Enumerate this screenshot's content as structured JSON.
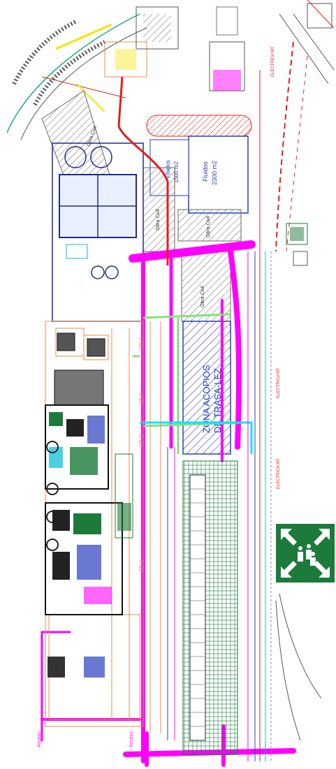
{
  "labels": {
    "area_fluidos": "Fluidos",
    "area_fluidos_size": "2300 m2",
    "area_fluidos_small": "Fluidos",
    "area_fluidos_small_size": "1500 m2",
    "zona_acopios_line1": "ZONA ACOPIOS",
    "zona_acopios_line2": "DE TRASA-LEZ",
    "obra_civil_1": "Obra Civil",
    "obra_civil_2": "Obra Civil",
    "obra_civil_3": "Obra Civil",
    "obra_civil_4": "Obra Civil",
    "acceso_1": "Acceso",
    "acceso_2": "Acceso",
    "cb_1": "CB 1",
    "cb_2": "CB 2",
    "cb_3": "CB 3",
    "cb_4": "CB 4",
    "electrica_1": "ELECTRICA MT",
    "electrica_2": "ELECTRICA MT",
    "electrica_3": "ELECTRICA MT"
  },
  "colors": {
    "magenta": "#ff00ff",
    "red": "#e0201c",
    "blue_hatch": "#2b3fbf",
    "green": "#1c7a3a",
    "orange": "#f08a4b",
    "cyan": "#00bcd4",
    "yellow": "#f2e600",
    "dark": "#222222",
    "lime": "#86e07a"
  },
  "icons": {
    "assembly_point": "assembly-point-icon"
  }
}
